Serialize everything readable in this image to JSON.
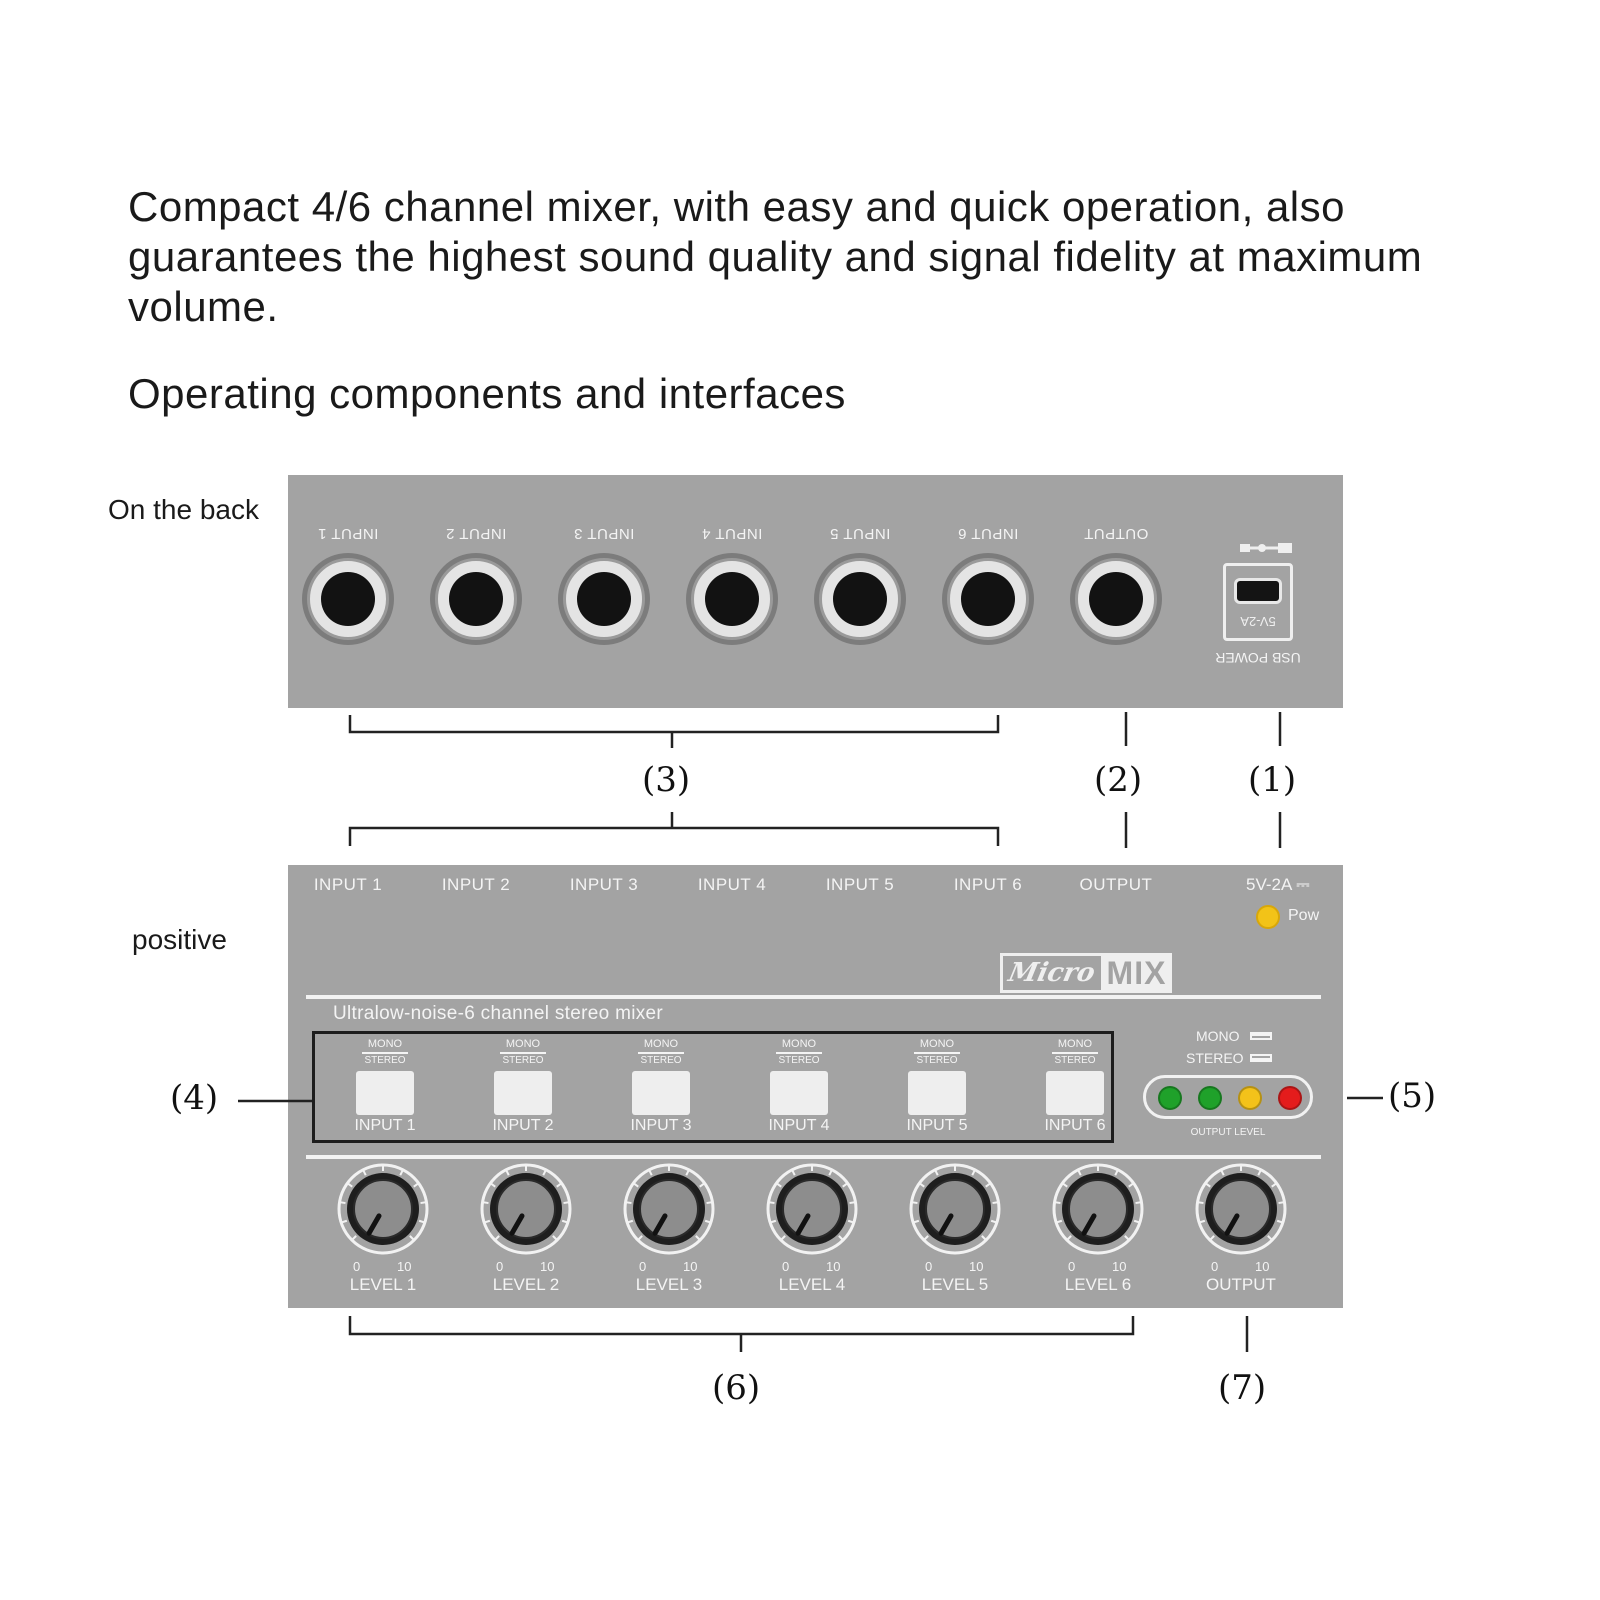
{
  "intro": "Compact 4/6 channel mixer, with easy and quick operation, also guarantees the highest sound quality and signal fidelity at maximum volume.",
  "heading": "Operating components and interfaces",
  "labels": {
    "back": "On the back",
    "front": "positive"
  },
  "back_panel": {
    "inputs": [
      "INPUT 1",
      "INPUT 2",
      "INPUT 3",
      "INPUT 4",
      "INPUT 5",
      "INPUT 6"
    ],
    "output": "OUTPUT",
    "usb_rating": "5V-2A",
    "usb_label": "USB POWER"
  },
  "front_panel": {
    "inputs": [
      "INPUT 1",
      "INPUT 2",
      "INPUT 3",
      "INPUT 4",
      "INPUT 5",
      "INPUT 6"
    ],
    "output": "OUTPUT",
    "power_rating": "5V-2A",
    "power_led_label": "Pow",
    "logo_script": "Micro",
    "logo_text": "MIX",
    "subtitle": "Ultralow-noise-6 channel stereo mixer",
    "switch_top": "MONO",
    "switch_bottom": "STEREO",
    "switch_labels": [
      "INPUT 1",
      "INPUT 2",
      "INPUT 3",
      "INPUT 4",
      "INPUT 5",
      "INPUT 6"
    ],
    "mode_legend": [
      "MONO",
      "STEREO"
    ],
    "meter_caption": "OUTPUT LEVEL",
    "meter_colors": [
      "#1fa12a",
      "#1fa12a",
      "#f3c21a",
      "#e41c1c"
    ],
    "knob_min": "0",
    "knob_max": "10",
    "knob_labels": [
      "LEVEL 1",
      "LEVEL 2",
      "LEVEL 3",
      "LEVEL 4",
      "LEVEL 5",
      "LEVEL 6",
      "OUTPUT"
    ]
  },
  "callouts": [
    "(1)",
    "(2)",
    "(3)",
    "(4)",
    "(5)",
    "(6)",
    "(7)"
  ],
  "colors": {
    "panel": "#a3a3a3",
    "power_led": "#f2c318"
  }
}
